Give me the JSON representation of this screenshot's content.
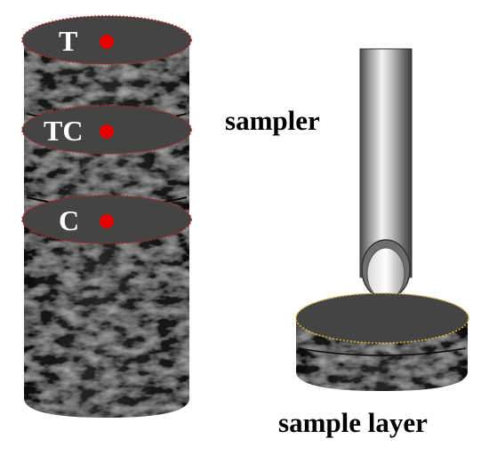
{
  "layers": [
    {
      "label": "T"
    },
    {
      "label": "TC"
    },
    {
      "label": "C"
    }
  ],
  "captions": {
    "sampler": "sampler",
    "sample_layer": "sample layer"
  },
  "colors": {
    "core": "#1b1b1b",
    "face": "#444444",
    "face_outline_core": "#b0201e",
    "face_outline_layer": "#d8b030",
    "marker": "#e60000",
    "tube_light": "#f0f0f0",
    "tube_dark": "#505050"
  }
}
